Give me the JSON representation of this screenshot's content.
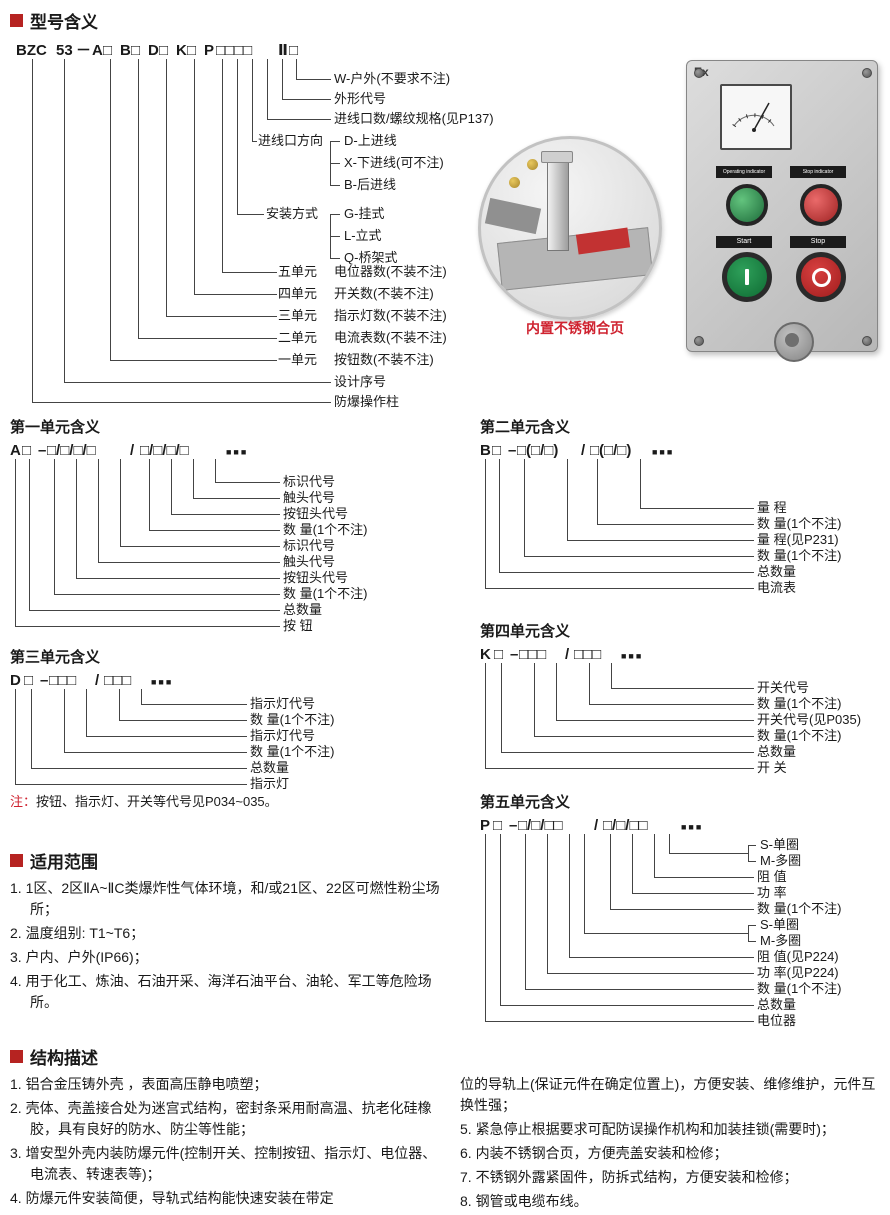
{
  "colors": {
    "accent_red": "#b62321",
    "note_red": "#cf2330",
    "line": "#444444",
    "indicator_green": "#1d6b3a",
    "indicator_red": "#9e2222",
    "button_green": "#0f6b33",
    "button_red": "#a01d1d"
  },
  "sections": {
    "model": {
      "title": "型号含义",
      "code_parts": [
        "BZC",
        "53",
        "－",
        "A",
        "□",
        "B",
        "□",
        "D",
        "□",
        "K",
        "□",
        "P",
        "□□□□",
        "Ⅱ",
        "□"
      ],
      "rows": {
        "w": "W-户外(不要求不注)",
        "shape": "外形代号",
        "inlet_spec": "进线口数/螺纹规格(见P137)",
        "inlet_dir": "进线口方向",
        "inlet_d": "D-上进线",
        "inlet_x": "X-下进线(可不注)",
        "inlet_b": "B-后进线",
        "mount": "安装方式",
        "mount_g": "G-挂式",
        "mount_l": "L-立式",
        "mount_q": "Q-桥架式",
        "u5": "五单元",
        "u5l": "电位器数(不装不注)",
        "u4": "四单元",
        "u4l": "开关数(不装不注)",
        "u3": "三单元",
        "u3l": "指示灯数(不装不注)",
        "u2": "二单元",
        "u2l": "电流表数(不装不注)",
        "u1": "一单元",
        "u1l": "按钮数(不装不注)",
        "serial": "设计序号",
        "name": "防爆操作柱"
      }
    },
    "unit1": {
      "title": "第一单元含义",
      "code_parts": [
        "A",
        "□",
        "–",
        "□/□/□/□",
        "/",
        "□/□/□/□",
        "■■■"
      ],
      "labels": [
        "标识代号",
        "触头代号",
        "按钮头代号",
        "数 量(1个不注)",
        "标识代号",
        "触头代号",
        "按钮头代号",
        "数 量(1个不注)",
        "总数量",
        "按 钮"
      ]
    },
    "unit2": {
      "title": "第二单元含义",
      "code_parts": [
        "B",
        "□",
        "–",
        "□(□/□)",
        "/",
        "□(□/□)",
        "■■■"
      ],
      "labels": [
        "量  程",
        "数 量(1个不注)",
        "量  程(见P231)",
        "数 量(1个不注)",
        "总数量",
        "电流表"
      ]
    },
    "unit3": {
      "title": "第三单元含义",
      "code_parts": [
        "D",
        "□",
        "–",
        "□□□",
        "/",
        "□□□",
        "■■■"
      ],
      "labels": [
        "指示灯代号",
        "数 量(1个不注)",
        "指示灯代号",
        "数 量(1个不注)",
        "总数量",
        "指示灯"
      ]
    },
    "unit4": {
      "title": "第四单元含义",
      "code_parts": [
        "K",
        "□",
        "–",
        "□□□",
        "/",
        "□□□",
        "■■■"
      ],
      "labels": [
        "开关代号",
        "数 量(1个不注)",
        "开关代号(见P035)",
        "数 量(1个不注)",
        "总数量",
        "开 关"
      ]
    },
    "unit5": {
      "title": "第五单元含义",
      "code_parts": [
        "P",
        "□",
        "–",
        "□/□/□□",
        "/",
        "□/□/□□",
        "■■■"
      ],
      "labels": {
        "s1": "S-单圈",
        "m1": "M-多圈",
        "r1": "阻  值",
        "p1": "功  率",
        "q1": "数 量(1个不注)",
        "s2": "S-单圈",
        "m2": "M-多圈",
        "r2": "阻  值(见P224)",
        "p2": "功  率(见P224)",
        "q2": "数 量(1个不注)",
        "total": "总数量",
        "name": "电位器"
      }
    },
    "note": {
      "prefix": "注：",
      "text": "按钮、指示灯、开关等代号见P034~035。"
    },
    "scope": {
      "title": "适用范围",
      "items": [
        "1. 1区、2区ⅡA~ⅡC类爆炸性气体环境，和/或21区、22区可燃性粉尘场所；",
        "2. 温度组别: T1~T6；",
        "3. 户内、户外(IP66)；",
        "4. 用于化工、炼油、石油开采、海洋石油平台、油轮、军工等危险场所。"
      ]
    },
    "structure": {
      "title": "结构描述",
      "left_items": [
        "1. 铝合金压铸外壳 ，表面高压静电喷塑；",
        "2. 壳体、壳盖接合处为迷宫式结构，密封条采用耐高温、抗老化硅橡胶，具有良好的防水、防尘等性能；",
        "3. 增安型外壳内装防爆元件(控制开关、控制按钮、指示灯、电位器、电流表、转速表等)；",
        "4. 防爆元件安装简便，导轨式结构能快速安装在带定"
      ],
      "right_items": [
        "位的导轨上(保证元件在确定位置上)，方便安装、维修维护，元件互换性强；",
        "5. 紧急停止根据要求可配防误操作机构和加装挂锁(需要时)；",
        "6. 内装不锈钢合页，方便壳盖安装和检修；",
        "7. 不锈钢外露紧固件，防拆式结构，方便安装和检修；",
        "8. 钢管或电缆布线。"
      ]
    }
  },
  "product": {
    "ex_mark": "Ex",
    "indicator_left_label": "Operating indicator",
    "indicator_right_label": "Stop indicator",
    "button_left_label": "Start",
    "button_right_label": "Stop",
    "inset_caption": "内置不锈钢合页"
  }
}
